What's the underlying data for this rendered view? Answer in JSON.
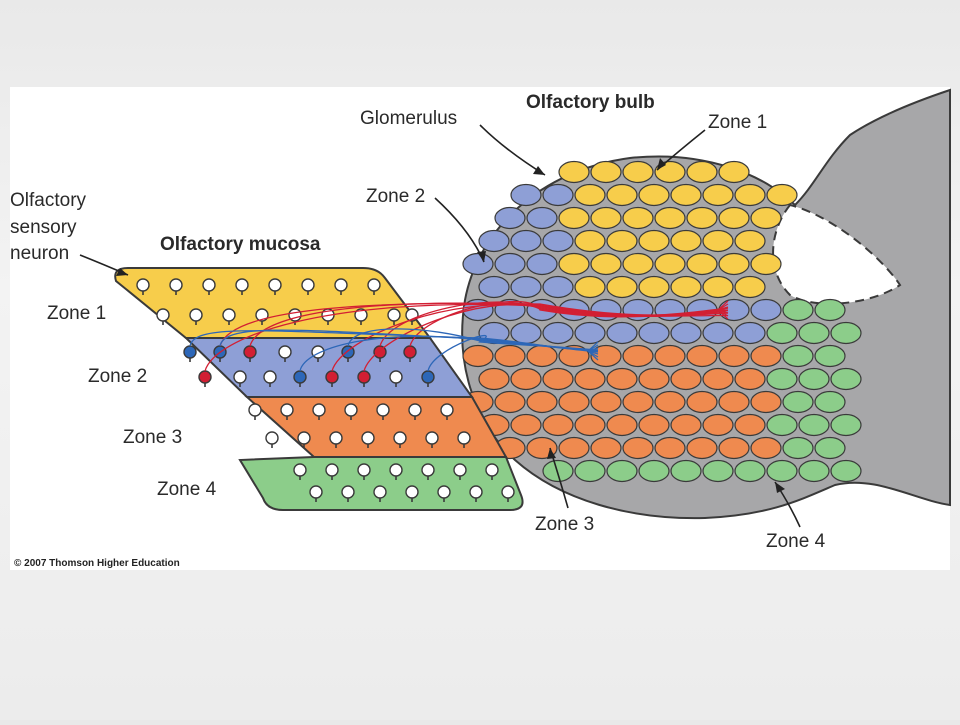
{
  "title_bulb": "Olfactory bulb",
  "title_mucosa": "Olfactory mucosa",
  "labels": {
    "glomerulus": "Glomerulus",
    "sensory_neuron": [
      "Olfactory",
      "sensory",
      "neuron"
    ],
    "mucosa_zones": [
      "Zone 1",
      "Zone 2",
      "Zone 3",
      "Zone 4"
    ],
    "bulb_zone1": "Zone 1",
    "bulb_zone2": "Zone 2",
    "bulb_zone3": "Zone 3",
    "bulb_zone4": "Zone 4"
  },
  "copyright": "© 2007 Thomson Higher Education",
  "colors": {
    "zone1": "#f7cd4b",
    "zone2": "#8e9fd6",
    "zone3": "#ef8a4f",
    "zone4": "#8ccd8a",
    "bulb_gray": "#a7a7a9",
    "axon_red": "#d21f33",
    "axon_blue": "#2d67b8"
  }
}
